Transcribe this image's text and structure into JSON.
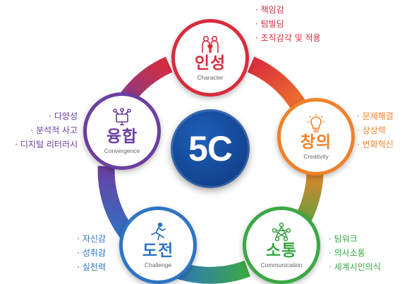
{
  "center_label": "5C",
  "nodes": [
    {
      "ko": "인성",
      "en": "Character",
      "color": "#d92c3c",
      "icon": "people-heart-icon",
      "items": [
        "책임감",
        "팀빌딩",
        "조직감각 및 적용"
      ]
    },
    {
      "ko": "창의",
      "en": "Creativity",
      "color": "#f0822a",
      "icon": "lightbulb-icon",
      "items": [
        "문제해결",
        "상상력",
        "변화혁신"
      ]
    },
    {
      "ko": "소통",
      "en": "Communication",
      "color": "#3ba845",
      "icon": "network-people-icon",
      "items": [
        "팀워크",
        "의사소통",
        "세계시민의식"
      ]
    },
    {
      "ko": "도전",
      "en": "Challenge",
      "color": "#2e74c4",
      "icon": "running-person-icon",
      "items": [
        "자신감",
        "성취감",
        "실천력"
      ]
    },
    {
      "ko": "융합",
      "en": "Convergence",
      "color": "#6b3fa0",
      "icon": "converge-computer-icon",
      "items": [
        "다양성",
        "분석적 사고",
        "디지털 리터러시"
      ]
    }
  ]
}
